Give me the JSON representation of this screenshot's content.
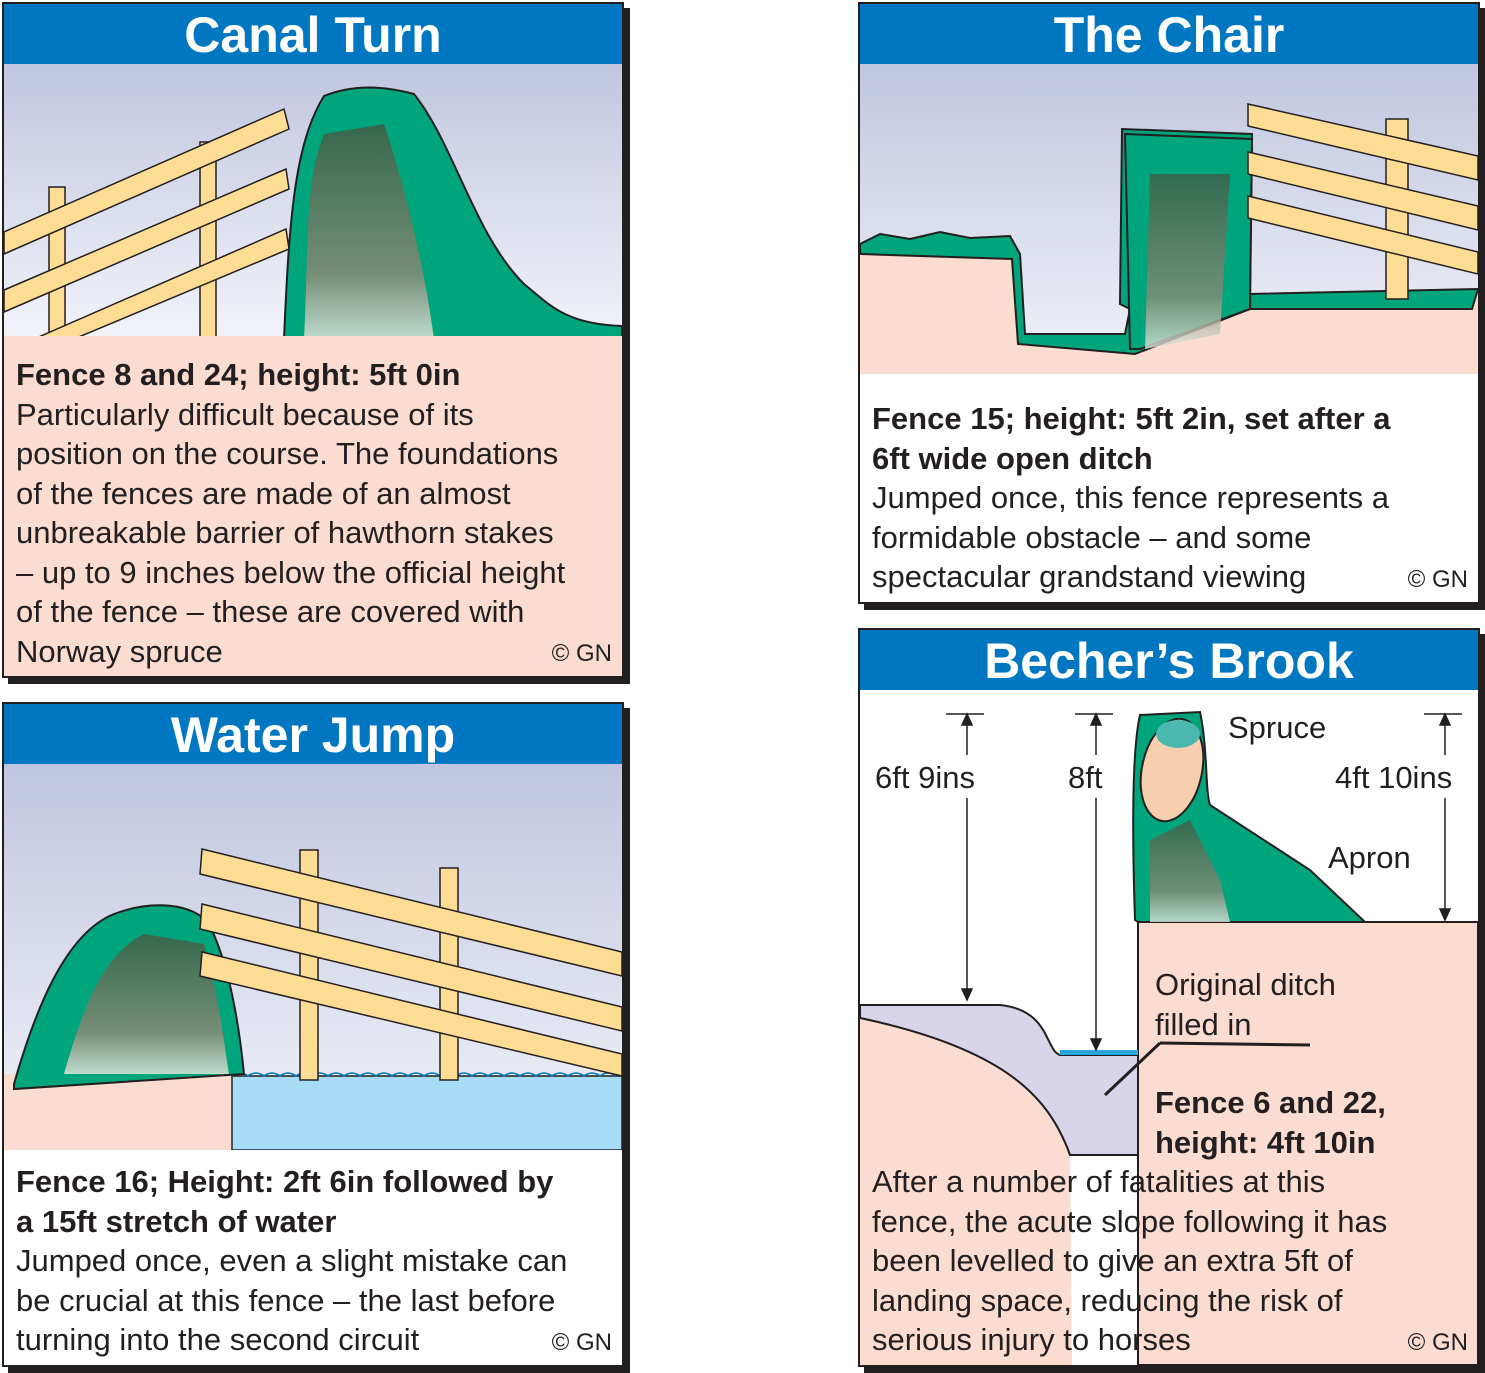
{
  "canal_turn": {
    "title": "Canal Turn",
    "heading": [
      "Fence 8 and 24; height: 5ft 0in"
    ],
    "body": [
      "Particularly difficult because of its",
      "position on the course. The foundations",
      "of the fences are made of an almost",
      "unbreakable barrier of hawthorn stakes",
      "– up to 9 inches below the official height",
      "of the fence –  these are covered with",
      "Norway spruce"
    ],
    "credit": "© GN"
  },
  "water_jump": {
    "title": "Water Jump",
    "heading": [
      "Fence 16; Height: 2ft 6in followed by",
      "a 15ft stretch of water"
    ],
    "body": [
      "Jumped once, even a slight mistake can",
      "be crucial at this fence – the last before",
      "turning into the second circuit"
    ],
    "credit": "© GN"
  },
  "the_chair": {
    "title": "The Chair",
    "heading": [
      "Fence 15; height: 5ft 2in, set after a",
      "6ft wide open ditch"
    ],
    "body": [
      "Jumped once, this fence represents a",
      "formidable obstacle – and some",
      "spectacular grandstand viewing"
    ],
    "credit": "© GN"
  },
  "bechers_brook": {
    "title": "Becher’s Brook",
    "labels": {
      "dim1": "6ft 9ins",
      "dim2": "8ft",
      "dim3": "4ft 10ins",
      "spruce": "Spruce",
      "apron": "Apron",
      "ditch": [
        "Original ditch",
        "filled in"
      ]
    },
    "heading": [
      "Fence 6 and 22,",
      "height: 4ft 10in"
    ],
    "body": [
      "After a number of fatalities at this",
      "fence, the acute slope following it has",
      "been levelled to give an extra 5ft of",
      "landing space, reducing the risk of",
      "serious injury to horses"
    ],
    "credit": "© GN"
  },
  "colors": {
    "header": "#0077c0",
    "ground": "#fbdcd0",
    "hedge": "#00a57c",
    "rail": "#fddc94",
    "water": "#a6dcf5",
    "sky_top": "#c2c8e0"
  }
}
